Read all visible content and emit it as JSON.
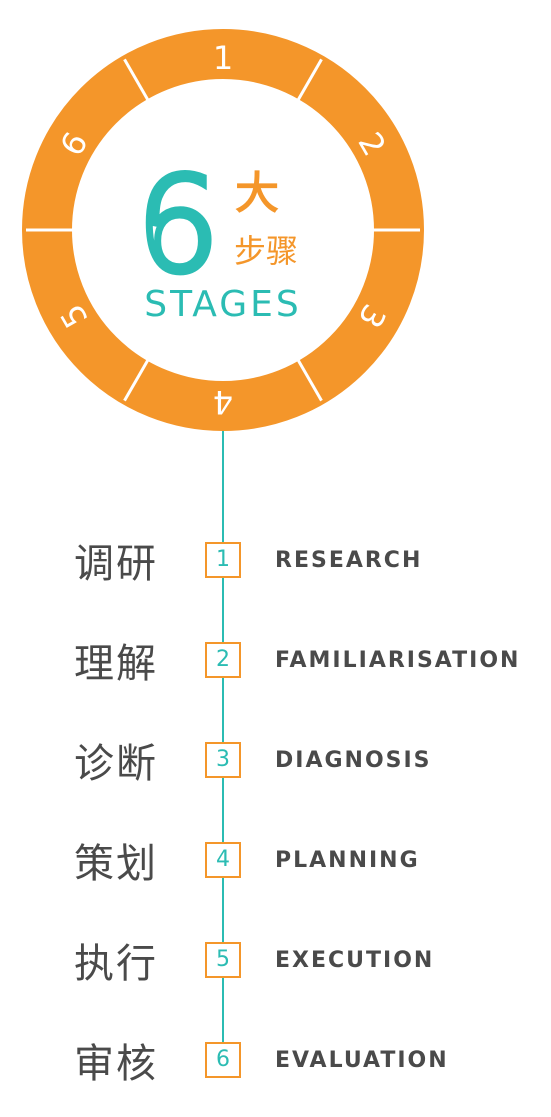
{
  "hub": {
    "numeral": "6",
    "chinese_top": "大",
    "chinese_bottom": "步骤",
    "english": "STAGES"
  },
  "ring_numbers": [
    "1",
    "2",
    "3",
    "4",
    "5",
    "6"
  ],
  "stages": [
    {
      "chinese": "调研",
      "number": "1",
      "english": "RESEARCH"
    },
    {
      "chinese": "理解",
      "number": "2",
      "english": "FAMILIARISATION"
    },
    {
      "chinese": "诊断",
      "number": "3",
      "english": "DIAGNOSIS"
    },
    {
      "chinese": "策划",
      "number": "4",
      "english": "PLANNING"
    },
    {
      "chinese": "执行",
      "number": "5",
      "english": "EXECUTION"
    },
    {
      "chinese": "审核",
      "number": "6",
      "english": "EVALUATION"
    }
  ],
  "colors": {
    "orange": "#f4962a",
    "teal": "#2bbcb3",
    "text_gray": "#4a4a4a"
  }
}
